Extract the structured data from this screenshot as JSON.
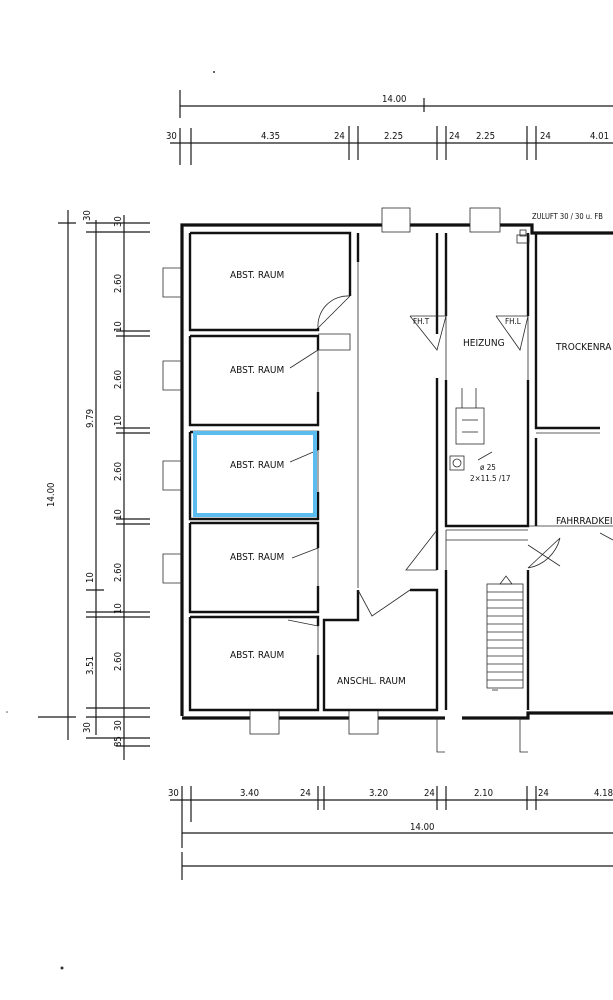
{
  "rooms": {
    "abst_raum_1": "ABST. RAUM",
    "abst_raum_2": "ABST. RAUM",
    "abst_raum_3": "ABST. RAUM",
    "abst_raum_4": "ABST. RAUM",
    "abst_raum_5": "ABST. RAUM",
    "anschl_raum": "ANSCHL. RAUM",
    "heizung": "HEIZUNG",
    "trockenraum": "TROCKENRA",
    "fahrradkeller": "FAHRRADKEI"
  },
  "annotations": {
    "fh_t": "FH.T",
    "fh_l": "FH.L",
    "zuluft": "ZULUFT 30 / 30 u. FB",
    "chimney_dia": "ø 25",
    "chimney_flues": "2×11.5 /17"
  },
  "dims_top": {
    "total": "14.00",
    "seg": [
      "30",
      "4.35",
      "24",
      "2.25",
      "24",
      "2.25",
      "24",
      "4.01"
    ]
  },
  "dims_bottom": {
    "total": "14.00",
    "seg": [
      "30",
      "3.40",
      "24",
      "3.20",
      "24",
      "2.10",
      "24",
      "4.18"
    ]
  },
  "dims_left": {
    "total": "14.00",
    "mid": "9.79",
    "lower": "3.51",
    "top_seg": [
      "30",
      "30"
    ],
    "rooms": [
      "2.60",
      "10",
      "2.60",
      "10",
      "2.60",
      "10",
      "2.60",
      "10",
      "2.60"
    ],
    "ten": "10",
    "bottom": [
      "30",
      "85",
      "30"
    ]
  },
  "selection": {
    "color": "#5bbcf0"
  }
}
